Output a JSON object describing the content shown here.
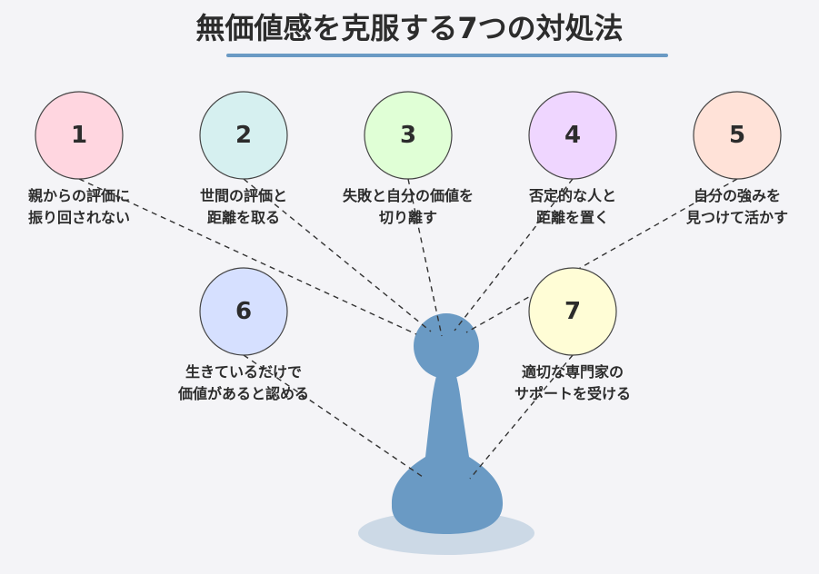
{
  "title": "無価値感を克服する7つの対処法",
  "colors": {
    "title_underline": "#6a9ac4",
    "figure": "#6a9ac4",
    "figure_shadow": "#ccd9e6",
    "background": "#f4f4f7",
    "connector": "#333333"
  },
  "steps": [
    {
      "number": "1",
      "line1": "親からの評価に",
      "line2": "振り回されない",
      "color": "#ffd6e0"
    },
    {
      "number": "2",
      "line1": "世間の評価と",
      "line2": "距離を取る",
      "color": "#d6f0f0"
    },
    {
      "number": "3",
      "line1": "失敗と自分の価値を",
      "line2": "切り離す",
      "color": "#e0ffd6"
    },
    {
      "number": "4",
      "line1": "否定的な人と",
      "line2": "距離を置く",
      "color": "#efd6ff"
    },
    {
      "number": "5",
      "line1": "自分の強みを",
      "line2": "見つけて活かす",
      "color": "#ffe2d8"
    },
    {
      "number": "6",
      "line1": "生きているだけで",
      "line2": "価値があると認める",
      "color": "#d6e0ff"
    },
    {
      "number": "7",
      "line1": "適切な専門家の",
      "line2": "サポートを受ける",
      "color": "#fffdd6"
    }
  ],
  "center_figure": "pawn-person-icon"
}
